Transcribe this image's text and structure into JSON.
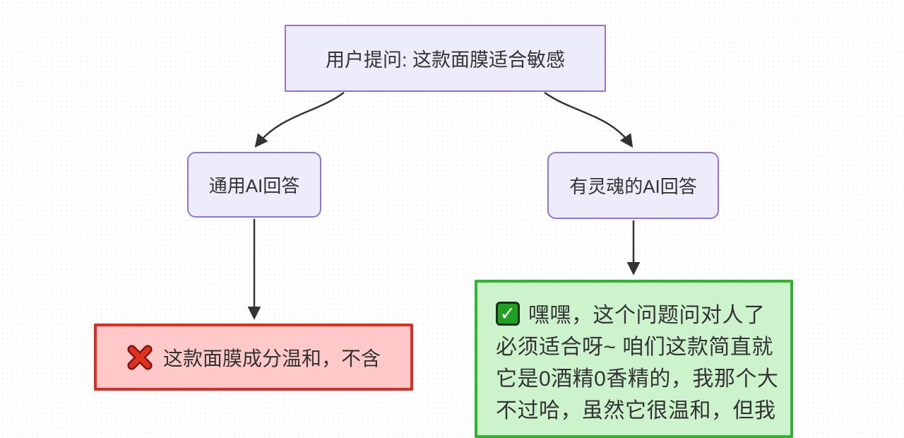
{
  "diagram": {
    "type": "flowchart",
    "nodes": {
      "question": {
        "label": "用户提问: 这款面膜适合敏感"
      },
      "generic_ai": {
        "label": "通用AI回答"
      },
      "soulful_ai": {
        "label": "有灵魂的AI回答"
      },
      "generic_answer": {
        "icon": "cross-mark",
        "label": "这款面膜成分温和，不含"
      },
      "soulful_answer": {
        "icon": "check-mark",
        "lines": [
          "嘿嘿，这个问题问对人了",
          "必须适合呀~ 咱们这款简直就",
          "它是0酒精0香精的，我那个大",
          "不过哈，虽然它很温和，但我"
        ]
      }
    },
    "edges": [
      {
        "from": "question",
        "to": "generic_ai"
      },
      {
        "from": "question",
        "to": "soulful_ai"
      },
      {
        "from": "generic_ai",
        "to": "generic_answer"
      },
      {
        "from": "soulful_ai",
        "to": "soulful_answer"
      }
    ],
    "colors": {
      "node_fill": "#ECECFB",
      "node_border": "#9370DB",
      "bad_fill": "#FFC9C9",
      "bad_border": "#E02B20",
      "good_fill": "#CDF3CD",
      "good_border": "#2DB52D",
      "arrow": "#333333",
      "text": "#333333",
      "cross_icon": "#E03020",
      "check_icon": "#21A121"
    }
  }
}
